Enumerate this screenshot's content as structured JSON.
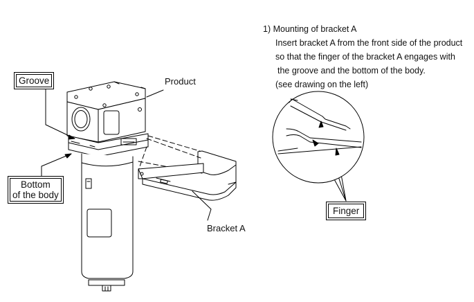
{
  "instructions": {
    "lines": [
      "1) Mounting of bracket A",
      "Insert bracket A from the front side of the product",
      "so that the finger of the bracket A engages with",
      "the groove and the bottom of the body.",
      "(see drawing on the left)"
    ]
  },
  "callouts": {
    "groove": "Groove",
    "product": "Product",
    "bottom_line1": "Bottom",
    "bottom_line2": "of the body",
    "bracket": "Bracket A",
    "finger": "Finger"
  }
}
